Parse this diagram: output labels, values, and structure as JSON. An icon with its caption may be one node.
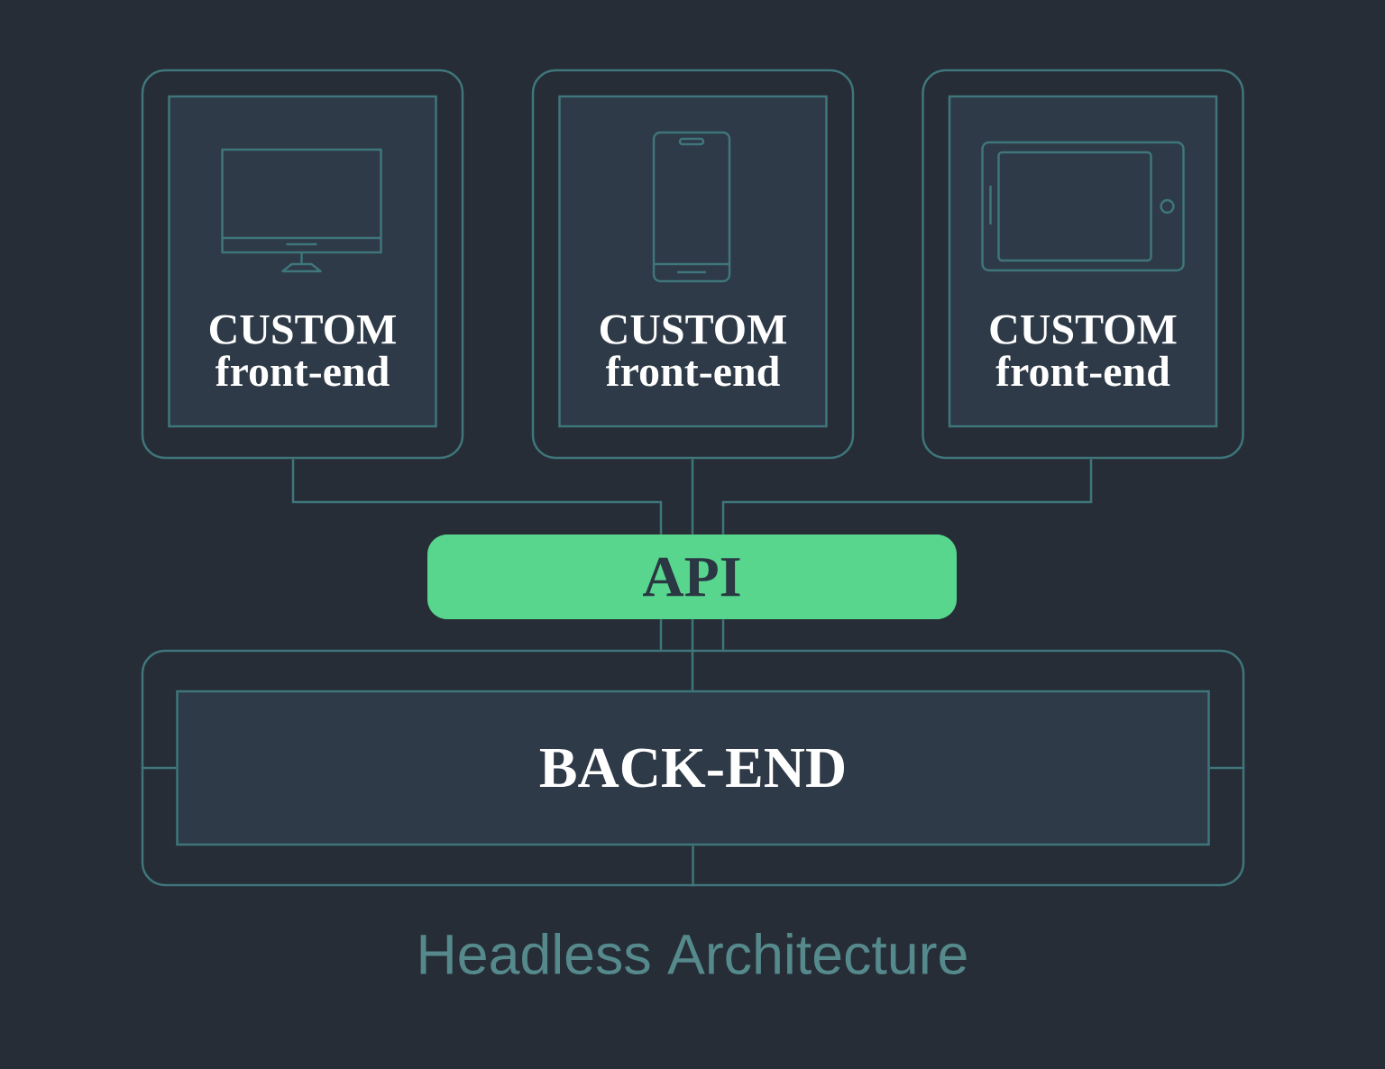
{
  "diagram": {
    "caption": "Headless Architecture",
    "nodes": [
      {
        "text": [],
        "shape": "box"
      },
      {
        "text": [
          "CUSTOM front-end"
        ],
        "in": 0
      },
      {
        "text": [],
        "shape": "box"
      },
      {
        "text": [
          "CUSTOM front-end"
        ],
        "in": 2
      },
      {
        "text": [],
        "shape": "box"
      },
      {
        "text": [
          "CUSTOM front-end"
        ],
        "in": 4
      },
      {
        "text": [
          "API"
        ]
      },
      {
        "text": [],
        "shape": "box"
      },
      {
        "text": [
          "BACK-END"
        ],
        "in": 7
      }
    ],
    "edges": [
      {
        "from": 0,
        "to": 6,
        "arrow": "none"
      },
      {
        "from": 2,
        "to": 6,
        "arrow": "none"
      },
      {
        "from": 4,
        "to": 6,
        "arrow": "none"
      },
      {
        "from": 6,
        "to": 7,
        "arrow": "none"
      },
      {
        "from": 6,
        "to": 8,
        "arrow": "none"
      },
      {
        "from": 6,
        "to": 7,
        "arrow": "none"
      },
      {
        "from": 7,
        "to": 8,
        "arrow": "none"
      },
      {
        "from": 7,
        "to": 8,
        "arrow": "none"
      },
      {
        "from": 7,
        "to": 8,
        "arrow": "none"
      }
    ]
  }
}
